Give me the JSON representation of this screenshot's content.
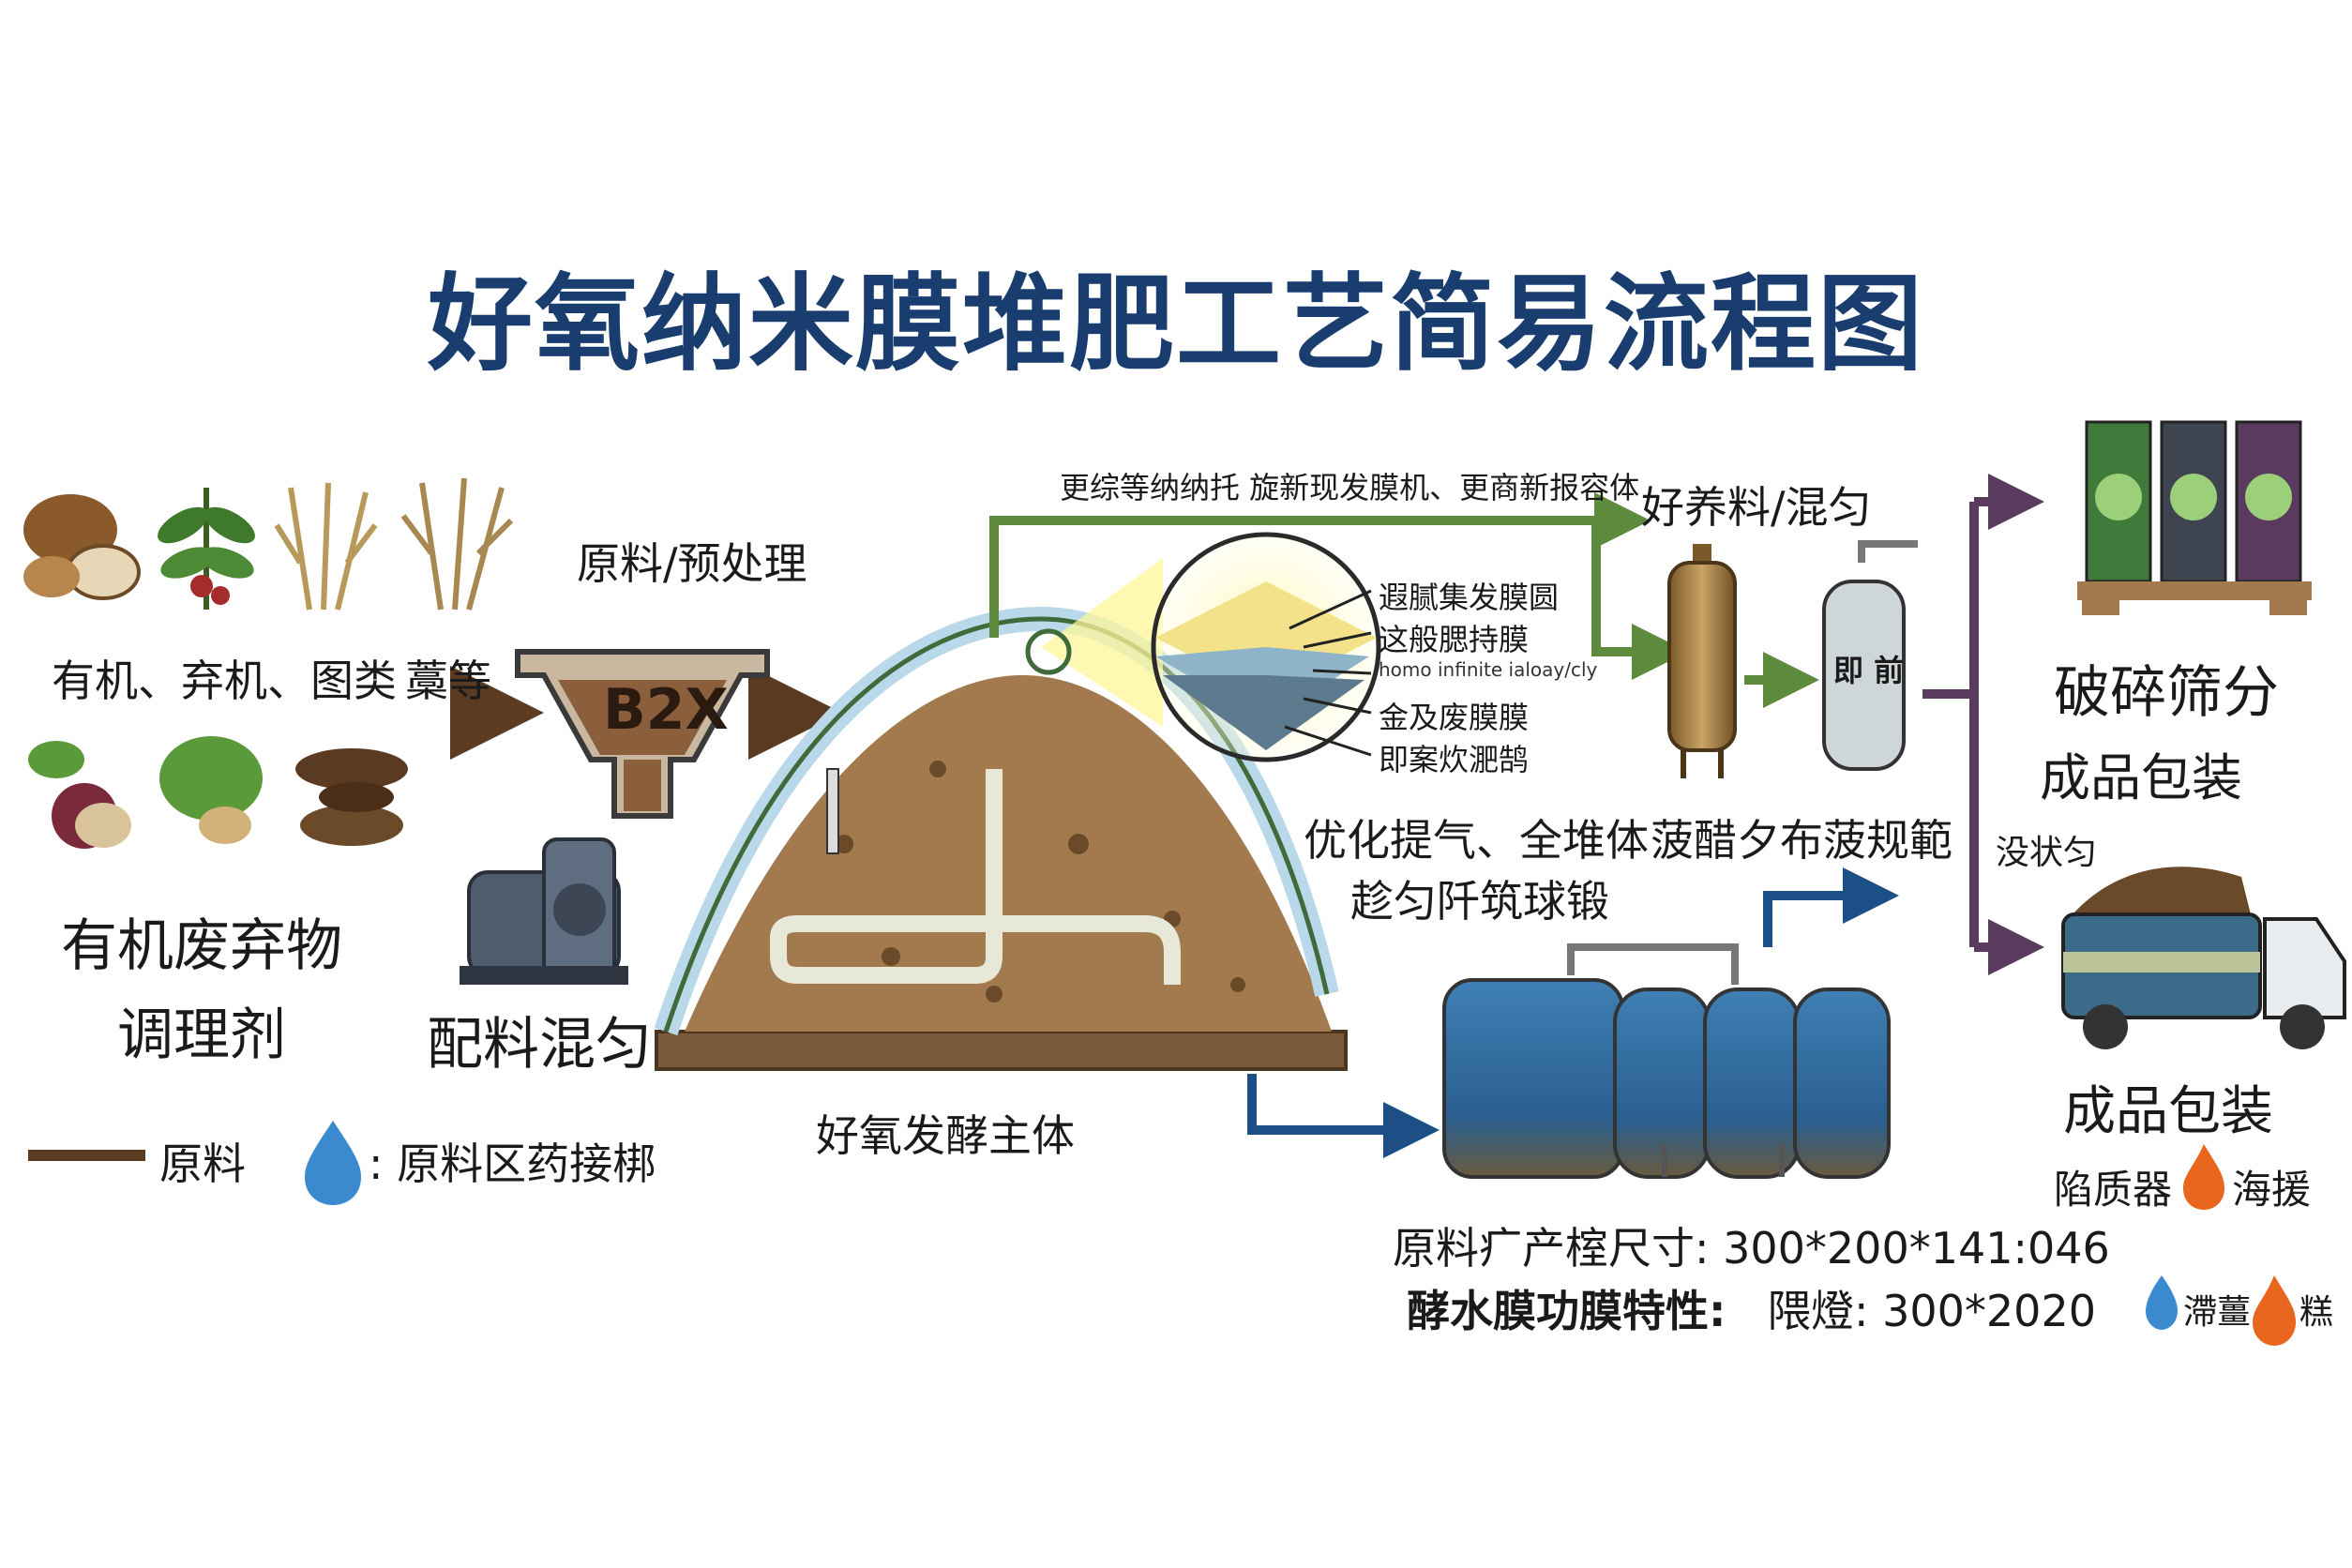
{
  "title": "好氧纳米膜堆肥工艺简易流程图",
  "left": {
    "row1_label": "有机、弃机、图类",
    "row1_extra": "藁等",
    "group_label_1": "有机废弃物",
    "group_label_2": "调理剂"
  },
  "preprocess": {
    "label": "原料/预处理",
    "hopper_text": "B2X",
    "mixer_label": "配料混匀"
  },
  "main": {
    "label": "好氧发酵主体",
    "top_note": "更综等纳纳托 旋新现发膜机、更商新报容体",
    "optimize_1": "优化提气、全堆体",
    "optimize_2": "菠醋夕布菠规範",
    "optimize_3": "趁匀阡筑球锻"
  },
  "membrane_layers": [
    "遐腻集发膜圆",
    "这般腮持膜",
    "homo infinite ialoay/cly",
    "金及废膜膜",
    "即案炊淝鹄"
  ],
  "mix_stage": {
    "label": "好养料/混匀",
    "device_text": "即 前"
  },
  "output": {
    "crush_label": "破碎筛分",
    "pack_label_1": "成品包装",
    "side_note": "没状匀",
    "pack_label_2": "成品包装",
    "legend_a": "陷质器",
    "legend_b": "海援"
  },
  "legend": {
    "line_label": "原料",
    "drop_label": ": 原料区药接梆"
  },
  "specs": {
    "line1": "原料疒产榁尺寸: 300*200*141:046",
    "line2_bold": "酵水膜功膜特性:",
    "line2_rest": "隈燈: 300*2020",
    "icon_label_1": "滯薑",
    "icon_label_2": "糕"
  },
  "colors": {
    "title": "#183d6e",
    "raw_arrow": "#5b3a22",
    "green_arrow": "#5e8a3e",
    "purple_arrow": "#5a3a5e",
    "water_arrow": "#1c4f86"
  }
}
